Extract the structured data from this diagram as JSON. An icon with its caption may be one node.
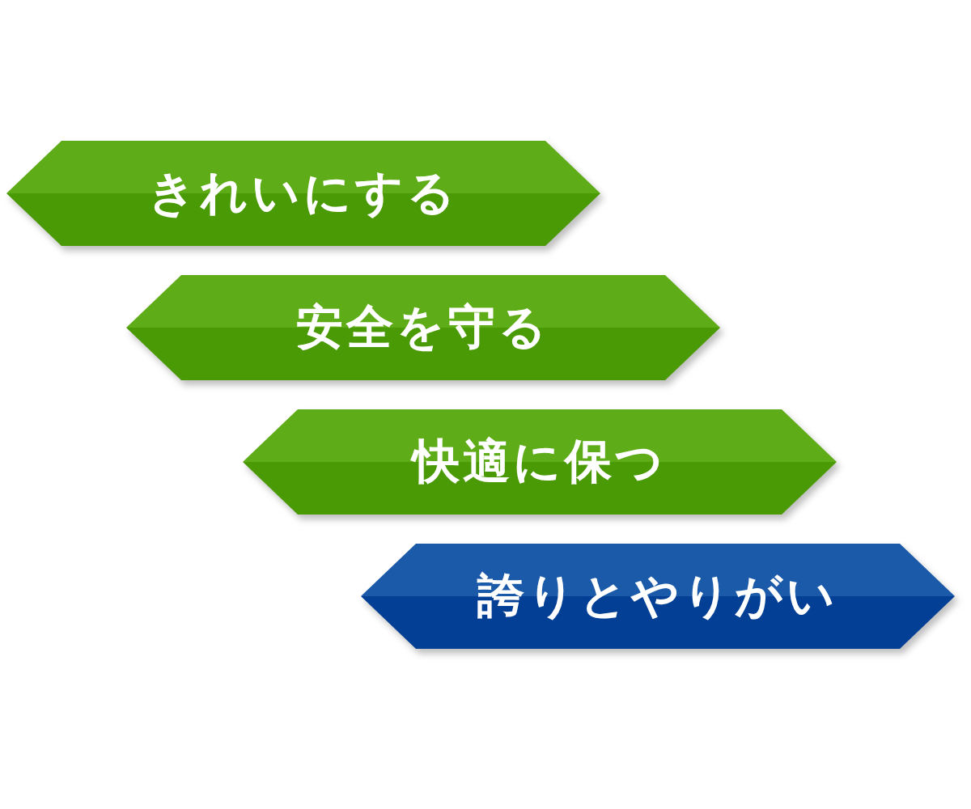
{
  "diagram": {
    "nodes": [
      {
        "text": [
          "きれいにする"
        ]
      },
      {
        "text": [
          "安全を守る"
        ]
      },
      {
        "text": [
          "快適に保つ"
        ]
      },
      {
        "text": [
          "誇りとやりがい"
        ]
      }
    ]
  }
}
